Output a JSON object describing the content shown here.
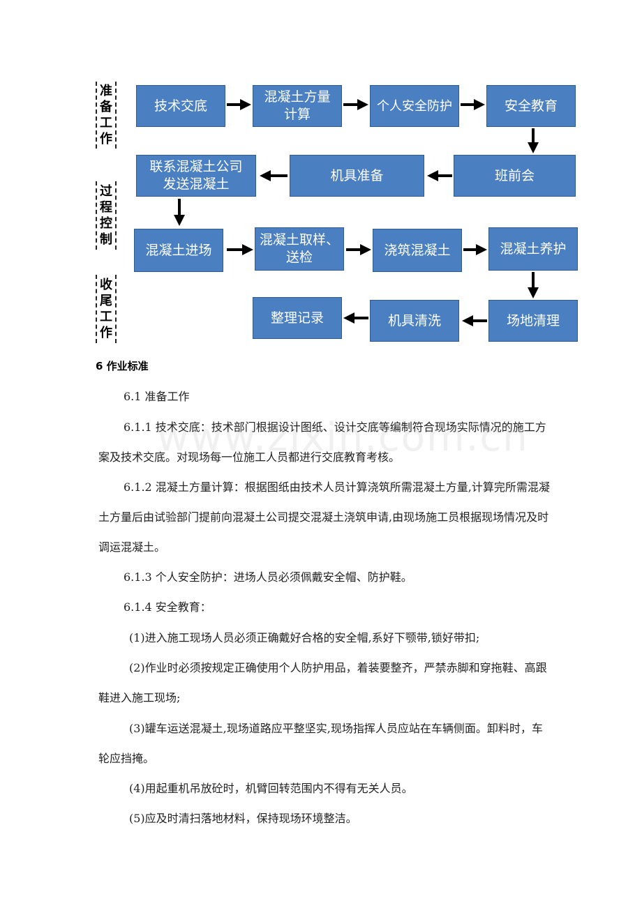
{
  "flowchart": {
    "stages": {
      "prep": [
        "准",
        "备",
        "工",
        "作"
      ],
      "process": [
        "过",
        "程",
        "控",
        "制"
      ],
      "closing": [
        "收",
        "尾",
        "工",
        "作"
      ]
    },
    "steps": {
      "tech_briefing": "技术交底",
      "calc": "混凝土方量\n计算",
      "ppe": "个人安全防护",
      "safety_edu": "安全教育",
      "team_meeting": "班前会",
      "equipment_prep": "机具准备",
      "contact": "联系混凝土公司\n发送混凝土",
      "entry": "混凝土进场",
      "sampling": "混凝土取样、\n送检",
      "pouring": "浇筑混凝土",
      "curing": "混凝土养护",
      "site_clean": "场地清理",
      "equip_clean": "机具清洗",
      "records": "整理记录"
    },
    "colors": {
      "box": "#4a7fc1",
      "box_border": "#2e5a8e",
      "arrow": "#000000"
    }
  },
  "section": {
    "heading": "6 作业标准",
    "paragraphs": [
      {
        "indent": true,
        "text": "6.1 准备工作"
      },
      {
        "indent": true,
        "text": "6.1.1 技术交底：技术部门根据设计图纸、设计交底等编制符合现场实际情况的施工方案及技术交底。对现场每一位施工人员都进行交底教育考核。"
      },
      {
        "indent": true,
        "text": "6.1.2 混凝土方量计算：根据图纸由技术人员计算浇筑所需混凝土方量,计算完所需混凝土方量后由试验部门提前向混凝土公司提交混凝土浇筑申请,由现场施工员根据现场情况及时调运混凝土。"
      },
      {
        "indent": true,
        "text": "6.1.3 个人安全防护：进场人员必须佩戴安全帽、防护鞋。"
      },
      {
        "indent": true,
        "text": "6.1.4 安全教育："
      },
      {
        "indent": true,
        "text": "(1)进入施工现场人员必须正确戴好合格的安全帽,系好下颚带,锁好带扣;"
      },
      {
        "indent": true,
        "text": "(2)作业时必须按规定正确使用个人防护用品，着装要整齐，严禁赤脚和穿拖鞋、高跟鞋进入施工现场;"
      },
      {
        "indent": true,
        "text": "(3)罐车运送混凝土,现场道路应平整坚实,现场指挥人员应站在车辆侧面。卸料时，车轮应挡掩。"
      },
      {
        "indent": true,
        "text": "(4)用起重机吊放砼时，机臂回转范围内不得有无关人员。"
      },
      {
        "indent": true,
        "text": "(5)应及时清扫落地材料，保持现场环境整洁。"
      }
    ]
  },
  "watermark": "www.zixin.com.cn"
}
